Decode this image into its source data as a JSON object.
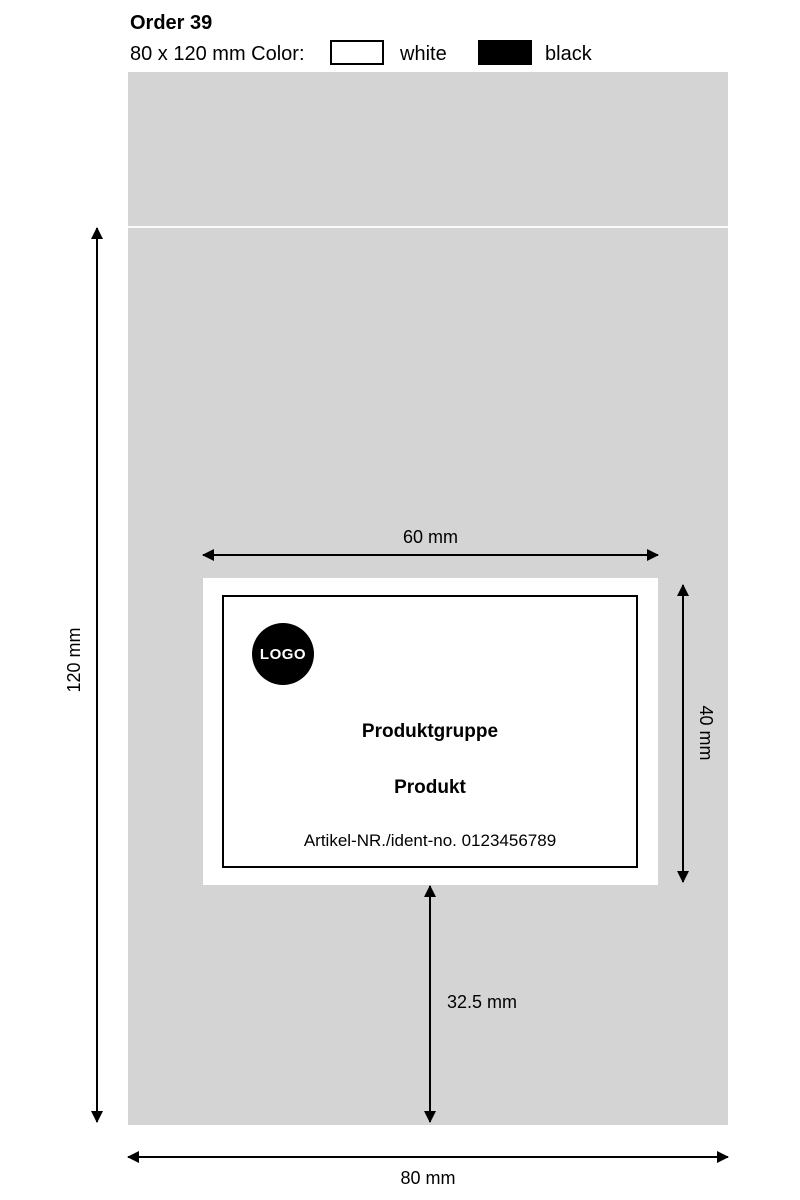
{
  "header": {
    "title": "Order 39",
    "size_color_label": "80 x 120 mm Color:",
    "legend": [
      {
        "label": "white",
        "color": "#ffffff"
      },
      {
        "label": "black",
        "color": "#000000"
      }
    ]
  },
  "label": {
    "logo_text": "LOGO",
    "product_group": "Produktgruppe",
    "product": "Produkt",
    "article_line": "Artikel-NR./ident-no. 0123456789"
  },
  "dimensions": {
    "label_width": "60 mm",
    "label_height": "40 mm",
    "package_height": "120 mm",
    "bottom_offset": "32.5 mm",
    "package_width": "80 mm"
  },
  "colors": {
    "package_gray": "#d4d4d4",
    "black": "#000000",
    "white": "#ffffff"
  }
}
